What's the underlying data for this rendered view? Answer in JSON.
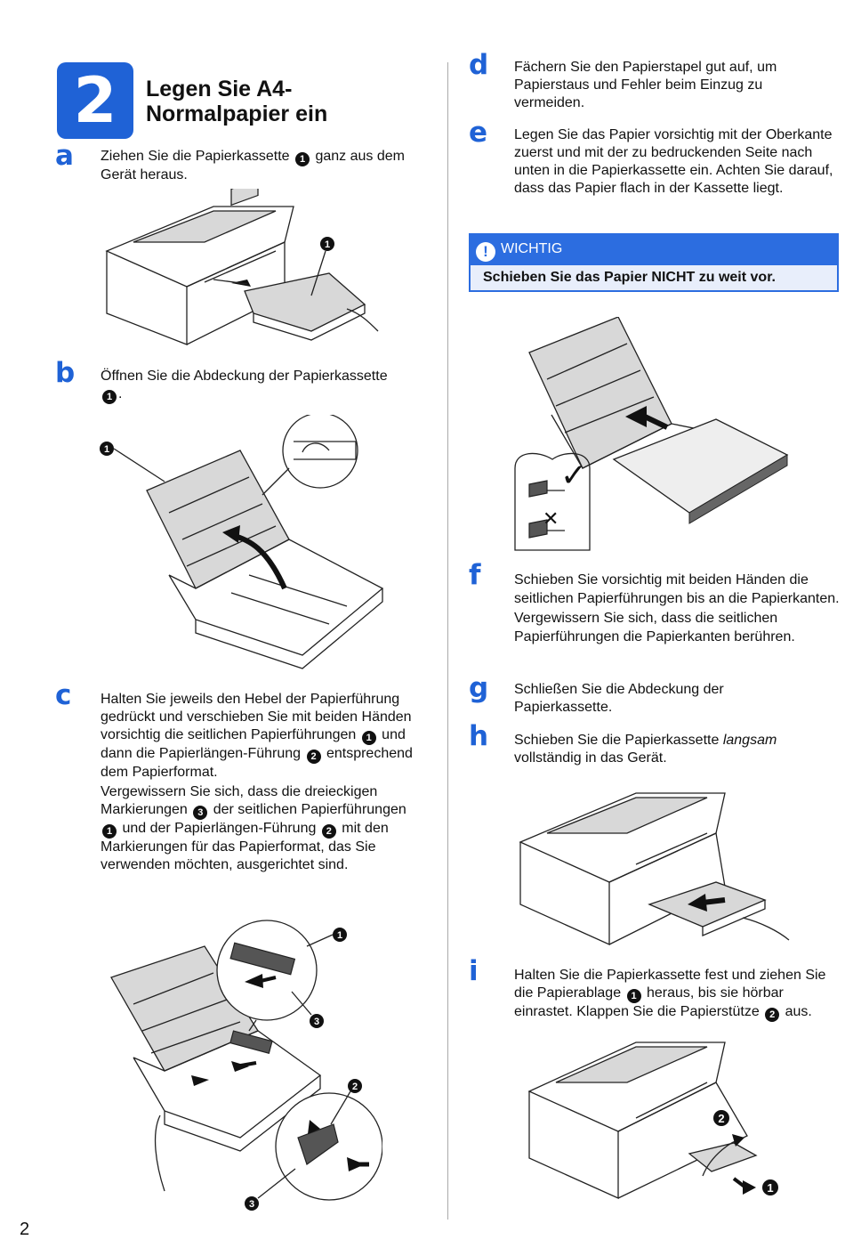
{
  "step": {
    "number": "2",
    "title_line1": "Legen Sie A4-",
    "title_line2": "Normalpapier ein"
  },
  "steps": {
    "a": {
      "letter": "a",
      "t1": "Ziehen Sie die Papierkassette ",
      "c1": "1",
      "t2": " ganz aus dem Gerät heraus."
    },
    "b": {
      "letter": "b",
      "t1": "Öffnen Sie die Abdeckung der Papierkassette ",
      "c1": "1",
      "t2": "."
    },
    "c": {
      "letter": "c",
      "p1a": "Halten Sie jeweils den Hebel der Papierführung gedrückt und verschieben Sie mit beiden Händen vorsichtig die seitlichen Papierführungen ",
      "p1c1": "1",
      "p1b": " und dann die Papierlängen-Führung ",
      "p1c2": "2",
      "p1c": " entsprechend dem Papierformat.",
      "p2a": "Vergewissern Sie sich, dass die dreieckigen Markierungen ",
      "p2c3": "3",
      "p2b": " der seitlichen Papierführungen ",
      "p2c1": "1",
      "p2c": " und der Papierlängen-Führung ",
      "p2c2": "2",
      "p2d": " mit den Markierungen für das Papierformat, das Sie verwenden möchten, ausgerichtet sind."
    },
    "d": {
      "letter": "d",
      "text": "Fächern Sie den Papierstapel gut auf, um Papierstaus und Fehler beim Einzug zu vermeiden."
    },
    "e": {
      "letter": "e",
      "text": "Legen Sie das Papier vorsichtig mit der Oberkante zuerst und mit der zu bedruckenden Seite nach unten in die Papierkassette ein. Achten Sie darauf, dass das Papier flach in der Kassette liegt."
    },
    "f": {
      "letter": "f",
      "text": "Schieben Sie vorsichtig mit beiden Händen die seitlichen Papierführungen bis an die Papierkanten. Vergewissern Sie sich, dass die seitlichen Papierführungen die Papierkanten berühren."
    },
    "g": {
      "letter": "g",
      "text": "Schließen Sie die Abdeckung der Papierkassette."
    },
    "h": {
      "letter": "h",
      "t1": "Schieben Sie die Papierkassette ",
      "em": "langsam",
      "t2": " vollständig in das Gerät."
    },
    "i": {
      "letter": "i",
      "t1": "Halten Sie die Papierkassette fest und ziehen Sie die Papierablage ",
      "c1": "1",
      "t2": " heraus, bis sie hörbar einrastet. Klappen Sie die Papierstütze ",
      "c2": "2",
      "t3": " aus."
    }
  },
  "important": {
    "label": "WICHTIG",
    "icon": "exclamation-icon",
    "text": "Schieben Sie das Papier NICHT zu weit vor."
  },
  "callouts": {
    "one": "1",
    "two": "2",
    "three": "3",
    "check": "✓",
    "cross": "✕"
  },
  "page_number": "2",
  "colors": {
    "accent": "#1f62d6",
    "warning_bar": "#2c6de0",
    "warning_bg": "#e8eefb"
  }
}
